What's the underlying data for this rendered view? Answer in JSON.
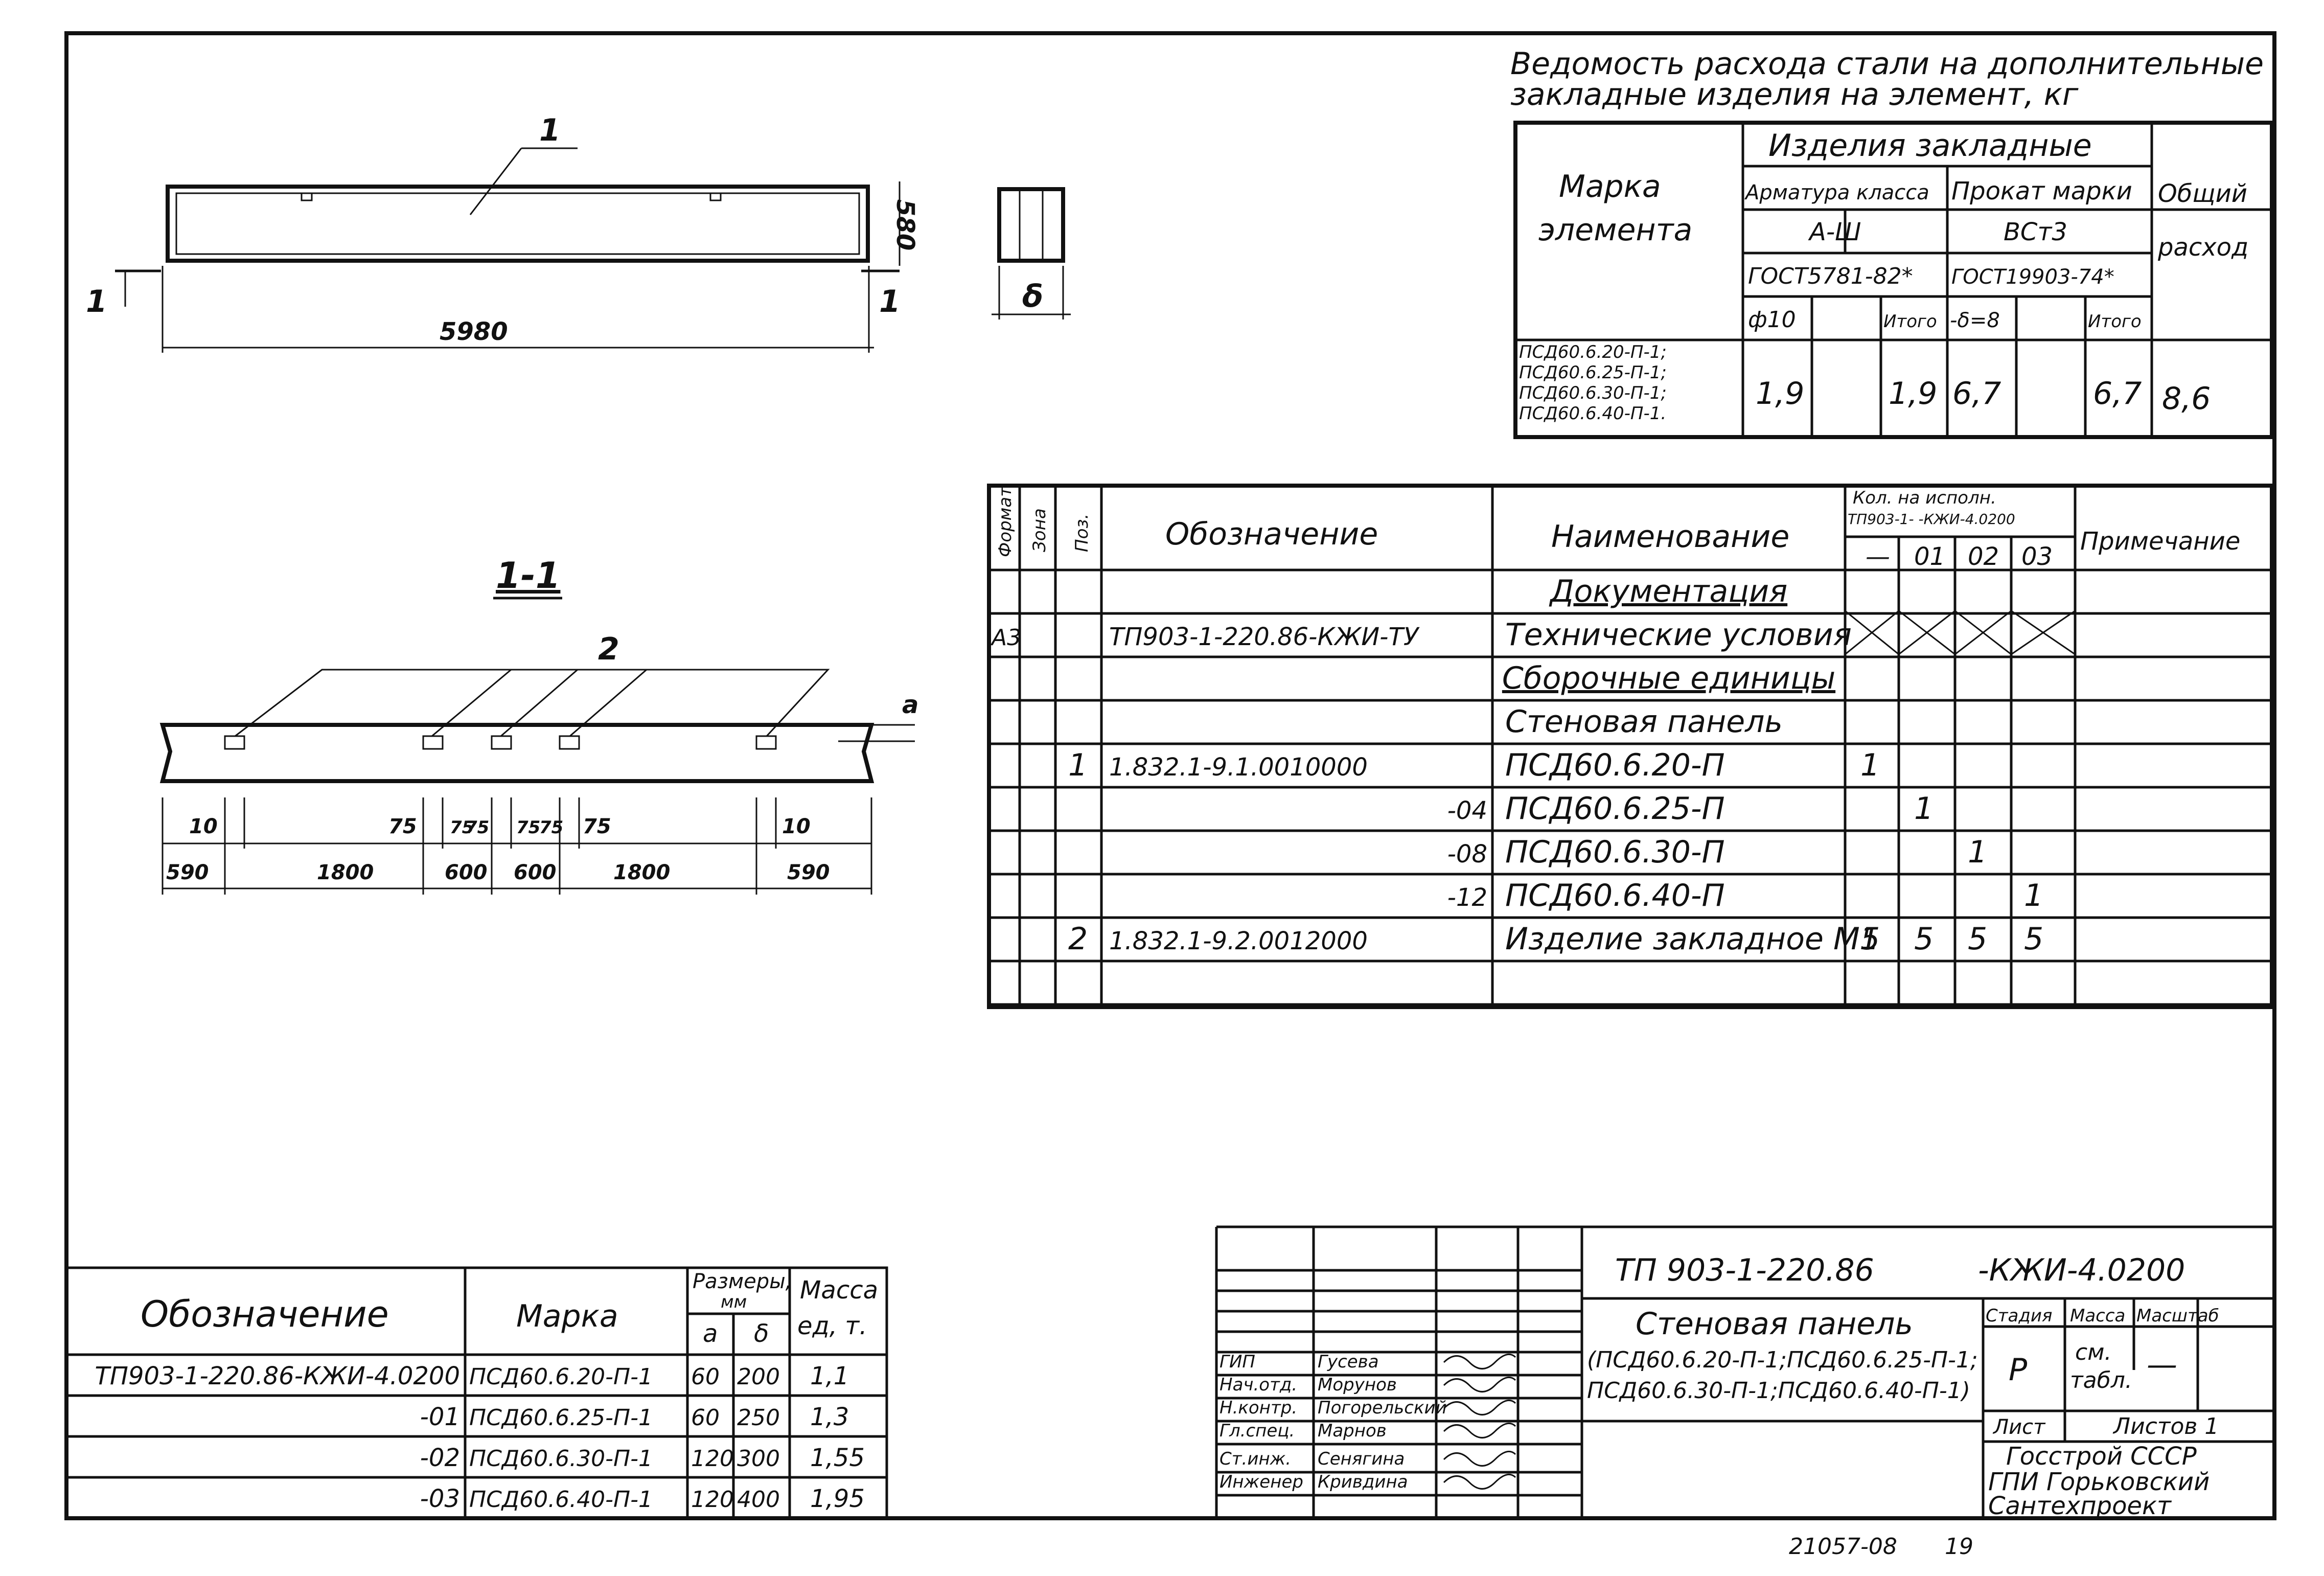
{
  "steel_statement": {
    "title_line1": "Ведомость расхода стали на дополнительные",
    "title_line2": "закладные изделия на элемент, кг",
    "mark_header_1": "Марка",
    "mark_header_2": "элемента",
    "group_header": "Изделия закладные",
    "rebar_header": "Арматура класса",
    "rebar_class": "А-Ш",
    "rebar_gost": "ГОСТ5781-82*",
    "rolled_header": "Прокат марки",
    "rolled_grade": "ВСт3",
    "rolled_gost": "ГОСТ19903-74*",
    "total_header_1": "Общий",
    "total_header_2": "расход",
    "col_d10": "ф10",
    "col_total1": "Итого",
    "col_delta": "-δ=8",
    "col_total2": "Итого",
    "marks": [
      "ПСД60.6.20-П-1;",
      "ПСД60.6.25-П-1;",
      "ПСД60.6.30-П-1;",
      "ПСД60.6.40-П-1."
    ],
    "v_d10": "1,9",
    "v_total1": "1,9",
    "v_delta": "6,7",
    "v_total2": "6,7",
    "v_total": "8,6"
  },
  "plan_view": {
    "pos_label": "1",
    "length": "5980",
    "width": "580",
    "section_mark": "1",
    "thickness": "δ"
  },
  "section_view": {
    "title": "1-1",
    "pos_label": "2",
    "a_label": "а",
    "dims_top": [
      "10",
      "75",
      "75",
      "75",
      "75",
      "75",
      "75",
      "10"
    ],
    "dims_bottom": [
      "590",
      "1800",
      "600",
      "600",
      "1800",
      "590"
    ]
  },
  "spec": {
    "col_format": "Формат",
    "col_zone": "Зона",
    "col_pos": "Поз.",
    "col_designation": "Обозначение",
    "col_name": "Наименование",
    "qty_header_1": "Кол. на исполн.",
    "qty_header_2": "ТП903-1-   -КЖИ-4.0200",
    "qty_cols": [
      "—",
      "01",
      "02",
      "03"
    ],
    "col_note": "Примечание",
    "rows": [
      {
        "format": "",
        "pos": "",
        "designation": "",
        "name": "Документация",
        "q": [
          "",
          "",
          "",
          ""
        ]
      },
      {
        "format": "А3",
        "pos": "",
        "designation": "ТП903-1-220.86-КЖИ-ТУ",
        "name": "Технические условия",
        "q": [
          "",
          "",
          "",
          ""
        ]
      },
      {
        "format": "",
        "pos": "",
        "designation": "",
        "name": "Сборочные единицы",
        "q": [
          "",
          "",
          "",
          ""
        ]
      },
      {
        "format": "",
        "pos": "",
        "designation": "",
        "name": "Стеновая панель",
        "q": [
          "",
          "",
          "",
          ""
        ]
      },
      {
        "format": "",
        "pos": "1",
        "designation": "1.832.1-9.1.0010000",
        "name": "ПСД60.6.20-П",
        "q": [
          "1",
          "",
          "",
          ""
        ]
      },
      {
        "format": "",
        "pos": "",
        "designation": "-04",
        "name": "ПСД60.6.25-П",
        "q": [
          "",
          "1",
          "",
          ""
        ]
      },
      {
        "format": "",
        "pos": "",
        "designation": "-08",
        "name": "ПСД60.6.30-П",
        "q": [
          "",
          "",
          "1",
          ""
        ]
      },
      {
        "format": "",
        "pos": "",
        "designation": "-12",
        "name": "ПСД60.6.40-П",
        "q": [
          "",
          "",
          "",
          "1"
        ]
      },
      {
        "format": "",
        "pos": "2",
        "designation": "1.832.1-9.2.0012000",
        "name": "Изделие закладное М1",
        "q": [
          "5",
          "5",
          "5",
          "5"
        ]
      }
    ]
  },
  "marks_table": {
    "col_designation": "Обозначение",
    "col_mark": "Марка",
    "col_dims_1": "Размеры,",
    "col_dims_2": "мм",
    "col_a": "а",
    "col_delta": "δ",
    "col_mass_1": "Масса",
    "col_mass_2": "ед, т.",
    "rows": [
      {
        "designation": "ТП903-1-220.86-КЖИ-4.0200",
        "mark": "ПСД60.6.20-П-1",
        "a": "60",
        "d": "200",
        "mass": "1,1"
      },
      {
        "designation": "-01",
        "mark": "ПСД60.6.25-П-1",
        "a": "60",
        "d": "250",
        "mass": "1,3"
      },
      {
        "designation": "-02",
        "mark": "ПСД60.6.30-П-1",
        "a": "120",
        "d": "300",
        "mass": "1,55"
      },
      {
        "designation": "-03",
        "mark": "ПСД60.6.40-П-1",
        "a": "120",
        "d": "400",
        "mass": "1,95"
      }
    ]
  },
  "title_block": {
    "code_left": "ТП 903-1-220.86",
    "code_right": "-КЖИ-4.0200",
    "name_line1": "Стеновая панель",
    "name_line2": "(ПСД60.6.20-П-1;ПСД60.6.25-П-1;",
    "name_line3": "ПСД60.6.30-П-1;ПСД60.6.40-П-1)",
    "stage_header": "Стадия",
    "mass_header": "Масса",
    "scale_header": "Масштаб",
    "stage": "Р",
    "mass_1": "см.",
    "mass_2": "табл.",
    "scale": "—",
    "sheet_label": "Лист",
    "sheets_label": "Листов 1",
    "org1": "Госстрой СССР",
    "org2": "ГПИ Горьковский",
    "org3": "Сантехпроект",
    "people": [
      {
        "role": "ГИП",
        "name": "Гусева"
      },
      {
        "role": "Нач.отд.",
        "name": "Морунов"
      },
      {
        "role": "Н.контр.",
        "name": "Погорельский"
      },
      {
        "role": "Гл.спец.",
        "name": "Марнов"
      },
      {
        "role": "Ст.инж.",
        "name": "Сенягина"
      },
      {
        "role": "Инженер",
        "name": "Кривдина"
      }
    ]
  },
  "footer": {
    "number": "21057-08",
    "page": "19"
  }
}
